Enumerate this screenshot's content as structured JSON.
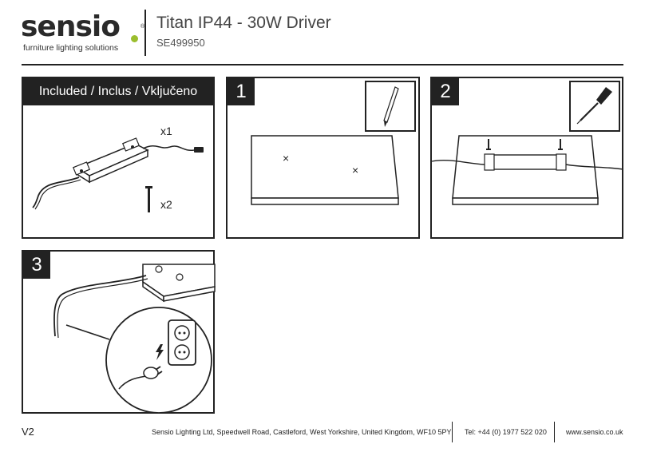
{
  "brand": {
    "name": "sensio",
    "registered": "®",
    "tagline": "furniture lighting solutions",
    "accent_color": "#9bbe2e"
  },
  "header": {
    "title": "Titan IP44 - 30W Driver",
    "product_code": "SE499950"
  },
  "included": {
    "heading": "Included / Inclus / Vključeno",
    "driver_qty": "x1",
    "screw_qty": "x2"
  },
  "steps": [
    {
      "number": "1",
      "tool_icon": "pencil-icon",
      "marks": [
        "×",
        "×"
      ]
    },
    {
      "number": "2",
      "tool_icon": "screwdriver-icon"
    },
    {
      "number": "3",
      "inset_icons": [
        "power-socket-icon",
        "lightning-bolt-icon",
        "plug-icon"
      ]
    }
  ],
  "footer": {
    "version": "V2",
    "address": "Sensio Lighting Ltd, Speedwell Road, Castleford, West Yorkshire, United Kingdom, WF10 5PY",
    "phone": "Tel: +44 (0) 1977 522 020",
    "website": "www.sensio.co.uk"
  }
}
